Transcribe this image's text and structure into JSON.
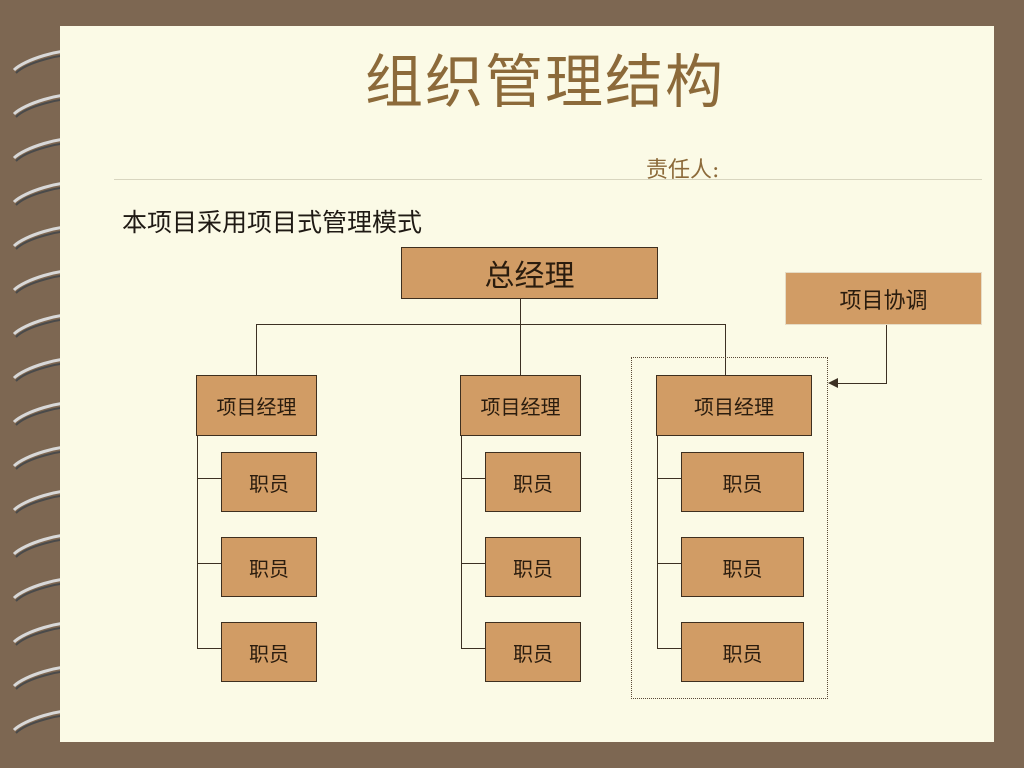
{
  "slide": {
    "title": "组织管理结构",
    "responsible_label": "责任人:",
    "intro_text": "本项目采用项目式管理模式"
  },
  "org_chart": {
    "general_manager": "总经理",
    "coordination": "项目协调",
    "groups": [
      {
        "manager": "项目经理",
        "staff": [
          "职员",
          "职员",
          "职员"
        ]
      },
      {
        "manager": "项目经理",
        "staff": [
          "职员",
          "职员",
          "职员"
        ]
      },
      {
        "manager": "项目经理",
        "staff": [
          "职员",
          "职员",
          "职员"
        ]
      }
    ]
  },
  "colors": {
    "background": "#7d6752",
    "paper": "#fbfae6",
    "box_fill": "#d19c65",
    "title_text": "#8c6a3a"
  }
}
